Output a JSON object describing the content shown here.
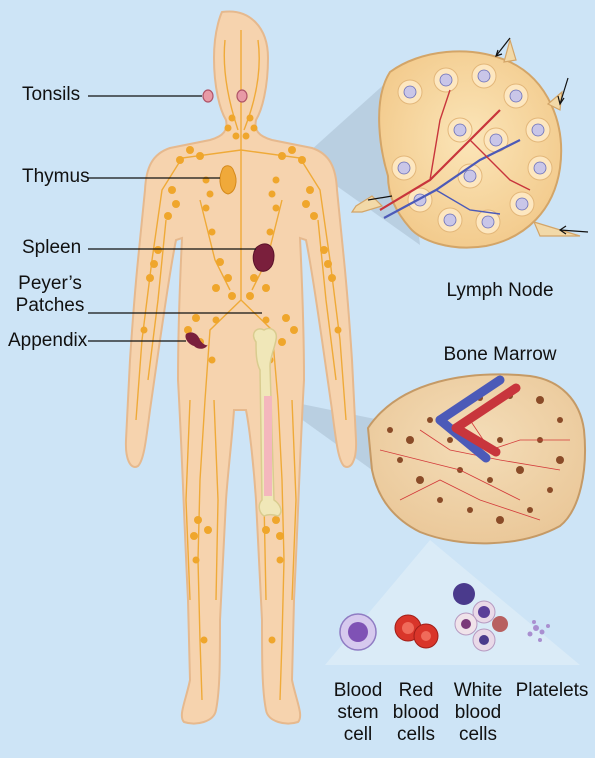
{
  "labels": {
    "tonsils": "Tonsils",
    "thymus": "Thymus",
    "spleen": "Spleen",
    "peyers_patches": "Peyer’s\nPatches",
    "appendix": "Appendix",
    "lymph_node": "Lymph Node",
    "bone_marrow": "Bone Marrow",
    "blood_stem_cell": "Blood\nstem\ncell",
    "red_blood_cells": "Red\nblood\ncells",
    "white_blood_cells": "White\nblood\ncells",
    "platelets": "Platelets"
  },
  "colors": {
    "background": "#cde4f6",
    "skin": "#f6d3ae",
    "skin_outline": "#e6b98e",
    "lymph": "#efa62c",
    "organ_dark": "#7a1f3c",
    "thymus": "#f0a93a",
    "bone": "#f0e7b8",
    "marrow": "#f4b7bd",
    "artery": "#c8353c",
    "vein": "#4c5ab8"
  }
}
